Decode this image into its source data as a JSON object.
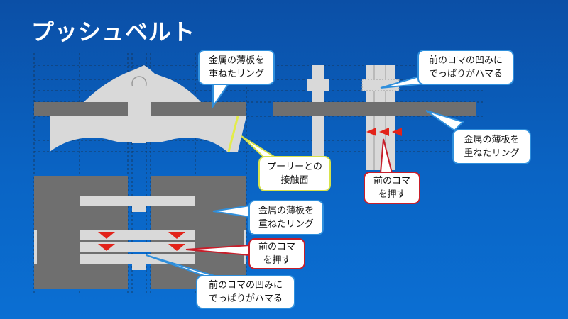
{
  "title": "プッシュベルト",
  "colors": {
    "background": "#0b5fc0",
    "ring": "#6f6f6f",
    "element": "#d9d9d9",
    "arrow": "#e2231a",
    "callout_blue": "#2f8fdc",
    "callout_yellow": "#d8e24a",
    "callout_red": "#c81e2a"
  },
  "callouts": {
    "ring_top_left": [
      "金属の薄板を",
      "重ねたリング"
    ],
    "dimple_top_right": [
      "前のコマの凹みに",
      "でっぱりがハマる"
    ],
    "ring_right": [
      "金属の薄板を",
      "重ねたリング"
    ],
    "pulley_contact": [
      "プーリーとの",
      "接触面"
    ],
    "push_right": [
      "前のコマ",
      "を押す"
    ],
    "ring_lower": [
      "金属の薄板を",
      "重ねたリング"
    ],
    "push_lower": [
      "前のコマ",
      "を押す"
    ],
    "dimple_lower": [
      "前のコマの凹みに",
      "でっぱりがハマる"
    ]
  }
}
